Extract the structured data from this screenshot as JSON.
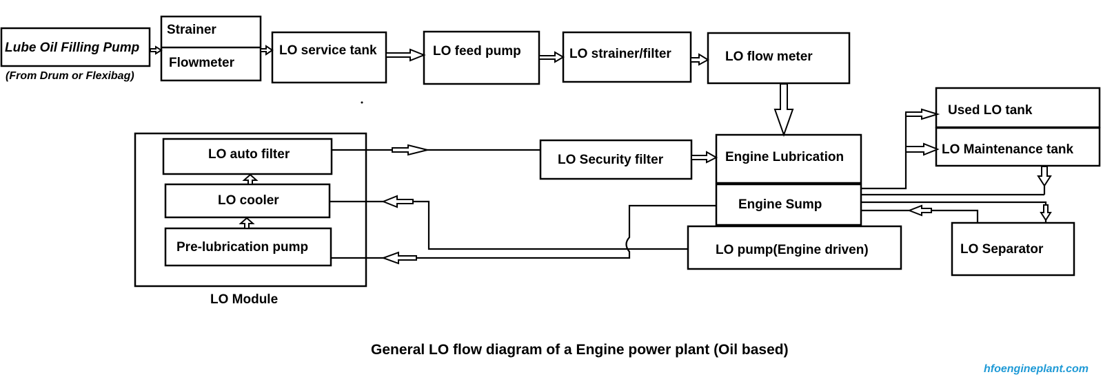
{
  "diagram": {
    "title": "General LO flow diagram of a Engine power plant (Oil based)",
    "credit": "hfoengineplant.com",
    "nodes": {
      "lube_oil_filling_pump": "Lube Oil Filling Pump",
      "filling_pump_note": "(From Drum or Flexibag)",
      "strainer": "Strainer",
      "flowmeter": "Flowmeter",
      "lo_service_tank": "LO service tank",
      "lo_feed_pump": "LO feed pump",
      "lo_strainer_filter": "LO strainer/filter",
      "lo_flow_meter": "LO flow meter",
      "used_lo_tank": "Used LO tank",
      "lo_maintenance_tank": "LO Maintenance tank",
      "lo_auto_filter": "LO auto filter",
      "lo_cooler": "LO cooler",
      "pre_lubrication_pump": "Pre-lubrication pump",
      "lo_module": "LO Module",
      "lo_security_filter": "LO Security filter",
      "engine_lubrication": "Engine Lubrication",
      "engine_sump": "Engine Sump",
      "lo_pump_engine_driven": "LO pump(Engine driven)",
      "lo_separator": "LO Separator"
    },
    "flows": [
      [
        "lube_oil_filling_pump",
        "strainer_flowmeter"
      ],
      [
        "strainer_flowmeter",
        "lo_service_tank"
      ],
      [
        "lo_service_tank",
        "lo_feed_pump"
      ],
      [
        "lo_feed_pump",
        "lo_strainer_filter"
      ],
      [
        "lo_strainer_filter",
        "lo_flow_meter"
      ],
      [
        "lo_flow_meter",
        "engine_lubrication"
      ],
      [
        "pre_lubrication_pump",
        "lo_cooler"
      ],
      [
        "lo_cooler",
        "lo_auto_filter"
      ],
      [
        "lo_auto_filter",
        "lo_security_filter"
      ],
      [
        "lo_security_filter",
        "engine_lubrication"
      ],
      [
        "engine_sump",
        "pre_lubrication_pump"
      ],
      [
        "lo_pump_engine_driven",
        "lo_cooler"
      ],
      [
        "engine_sump",
        "used_lo_tank"
      ],
      [
        "engine_sump",
        "lo_maintenance_tank"
      ],
      [
        "lo_maintenance_tank",
        "engine_sump"
      ],
      [
        "engine_sump",
        "lo_separator"
      ],
      [
        "lo_separator",
        "engine_sump"
      ]
    ]
  }
}
